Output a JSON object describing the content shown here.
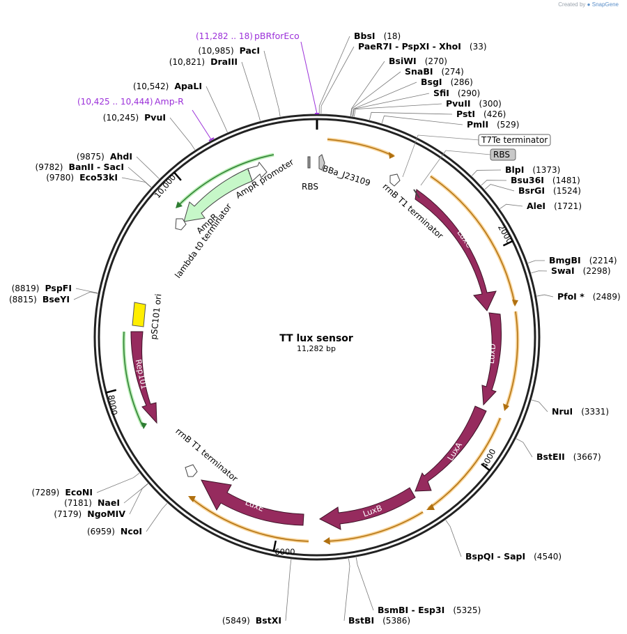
{
  "watermark": {
    "prefix": "Created by",
    "brand": "SnapGene"
  },
  "title": "TT lux sensor",
  "length_label": "11,282 bp",
  "total_bp": 11282,
  "colors": {
    "ring": "#222222",
    "lux": "#962b5e",
    "amp": "#c6f7c8",
    "orange": "#e5a23a",
    "green_line": "#4caf50",
    "purple": "#9b30d9",
    "yellow": "#ffee00",
    "gray_box": "#c8c8c8"
  },
  "ticks": [
    {
      "pos": 2000,
      "label": "2000"
    },
    {
      "pos": 4000,
      "label": "4000"
    },
    {
      "pos": 6000,
      "label": "6000"
    },
    {
      "pos": 8000,
      "label": "8000"
    },
    {
      "pos": 10000,
      "label": "10,000"
    }
  ],
  "sites": [
    {
      "name": "BbsI",
      "pos_label": "(18)",
      "pos": 18
    },
    {
      "name": "PaeR7I  - PspXI  - XhoI",
      "pos_label": "(33)",
      "pos": 33
    },
    {
      "name": "BsiWI",
      "pos_label": "(270)",
      "pos": 270
    },
    {
      "name": "SnaBI",
      "pos_label": "(274)",
      "pos": 274
    },
    {
      "name": "BsgI",
      "pos_label": "(286)",
      "pos": 286
    },
    {
      "name": "SfiI",
      "pos_label": "(290)",
      "pos": 290
    },
    {
      "name": "PvuII",
      "pos_label": "(300)",
      "pos": 300
    },
    {
      "name": "PstI",
      "pos_label": "(426)",
      "pos": 426
    },
    {
      "name": "PmlI",
      "pos_label": "(529)",
      "pos": 529
    },
    {
      "name": "BlpI",
      "pos_label": "(1373)",
      "pos": 1373
    },
    {
      "name": "Bsu36I",
      "pos_label": "(1481)",
      "pos": 1481
    },
    {
      "name": "BsrGI",
      "pos_label": "(1524)",
      "pos": 1524
    },
    {
      "name": "AleI",
      "pos_label": "(1721)",
      "pos": 1721
    },
    {
      "name": "BmgBI",
      "pos_label": "(2214)",
      "pos": 2214
    },
    {
      "name": "SwaI",
      "pos_label": "(2298)",
      "pos": 2298
    },
    {
      "name": "PfoI *",
      "pos_label": "(2489)",
      "pos": 2489
    },
    {
      "name": "NruI",
      "pos_label": "(3331)",
      "pos": 3331
    },
    {
      "name": "BstEII",
      "pos_label": "(3667)",
      "pos": 3667
    },
    {
      "name": "BspQI  - SapI",
      "pos_label": "(4540)",
      "pos": 4540
    },
    {
      "name": "BsmBI  - Esp3I",
      "pos_label": "(5325)",
      "pos": 5325
    },
    {
      "name": "BstBI",
      "pos_label": "(5386)",
      "pos": 5386
    },
    {
      "name": "BstXI",
      "pos_label": "(5849)",
      "pos": 5849
    },
    {
      "name": "NcoI",
      "pos_label": "(6959)",
      "pos": 6959
    },
    {
      "name": "NgoMIV",
      "pos_label": "(7179)",
      "pos": 7179
    },
    {
      "name": "NaeI",
      "pos_label": "(7181)",
      "pos": 7181
    },
    {
      "name": "EcoNI",
      "pos_label": "(7289)",
      "pos": 7289
    },
    {
      "name": "BseYI",
      "pos_label": "(8815)",
      "pos": 8815
    },
    {
      "name": "PspFI",
      "pos_label": "(8819)",
      "pos": 8819
    },
    {
      "name": "Eco53kI",
      "pos_label": "(9780)",
      "pos": 9780
    },
    {
      "name": "BanII  - SacI",
      "pos_label": "(9782)",
      "pos": 9782
    },
    {
      "name": "AhdI",
      "pos_label": "(9875)",
      "pos": 9875
    },
    {
      "name": "PvuI",
      "pos_label": "(10,245)",
      "pos": 10245
    },
    {
      "name": "ApaLI",
      "pos_label": "(10,542)",
      "pos": 10542
    },
    {
      "name": "DraIII",
      "pos_label": "(10,821)",
      "pos": 10821
    },
    {
      "name": "PacI",
      "pos_label": "(10,985)",
      "pos": 10985
    }
  ],
  "primers": [
    {
      "name": "pBRforEco",
      "range_label": "(11,282 .. 18)"
    },
    {
      "name": "Amp-R",
      "range_label": "(10,425 .. 10,444)"
    }
  ],
  "features": [
    {
      "name": "LuxC",
      "kind": "cds"
    },
    {
      "name": "LuxD",
      "kind": "cds"
    },
    {
      "name": "LuxA",
      "kind": "cds"
    },
    {
      "name": "LuxB",
      "kind": "cds"
    },
    {
      "name": "LuxE",
      "kind": "cds"
    },
    {
      "name": "Rep101",
      "kind": "cds"
    },
    {
      "name": "AmpR",
      "kind": "cds"
    },
    {
      "name": "AmpR promoter",
      "kind": "promoter"
    },
    {
      "name": "lambda t0 terminator",
      "kind": "terminator"
    },
    {
      "name": "pSC101 ori",
      "kind": "rep_origin"
    },
    {
      "name": "rrnB T1 terminator",
      "kind": "terminator"
    },
    {
      "name": "rrnB T1 terminator",
      "kind": "terminator"
    },
    {
      "name": "RBS",
      "kind": "rbs"
    },
    {
      "name": "BBa_J23109",
      "kind": "promoter"
    },
    {
      "name": "T7Te terminator",
      "kind": "boxed"
    },
    {
      "name": "RBS",
      "kind": "boxed_gray"
    }
  ]
}
